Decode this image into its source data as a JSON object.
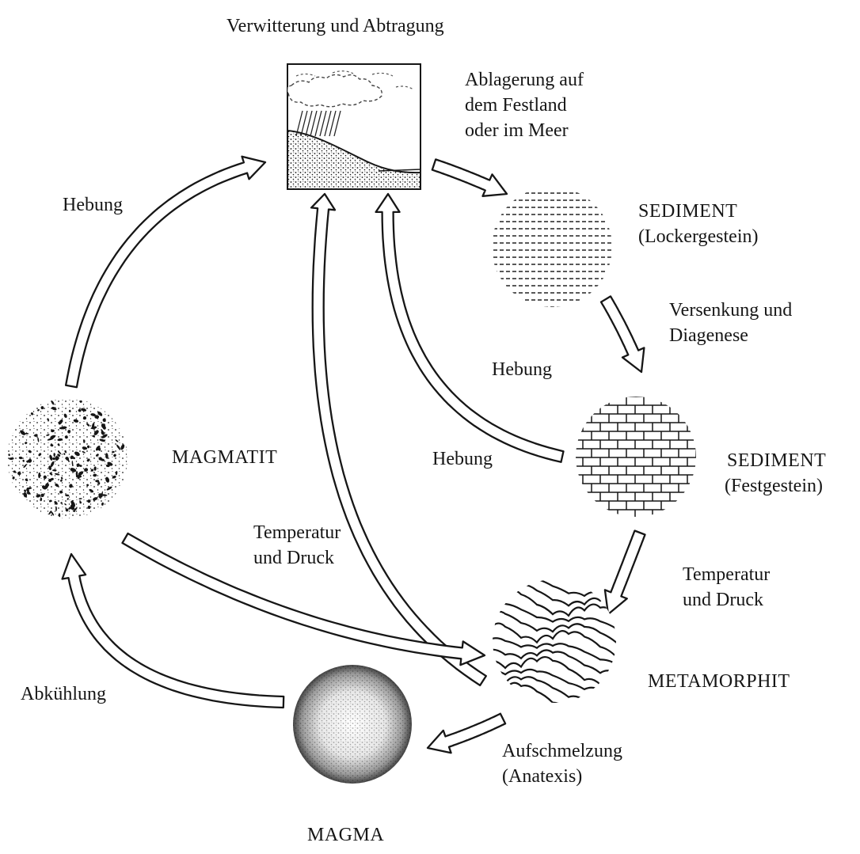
{
  "rock_cycle": {
    "process_top": "Verwitterung und Abtragung",
    "deposition": [
      "Ablagerung auf",
      "dem Festland",
      "oder im Meer"
    ],
    "sediment_loose": [
      "SEDIMENT",
      "(Lockergestein)"
    ],
    "burial": [
      "Versenkung und",
      "Diagenese"
    ],
    "sediment_solid": [
      "SEDIMENT",
      "(Festgestein)"
    ],
    "uplift_left": "Hebung",
    "uplift_inner": "Hebung",
    "uplift_center": "Hebung",
    "magmatite": "MAGMATIT",
    "temp_pressure_center": [
      "Temperatur",
      "und Druck"
    ],
    "temp_pressure_right": [
      "Temperatur",
      "und Druck"
    ],
    "metamorphite": "METAMORPHIT",
    "cooling": "Abkühlung",
    "melting": [
      "Aufschmelzung",
      "(Anatexis)"
    ],
    "magma": "MAGMA"
  },
  "colors": {
    "ink": "#161616",
    "paper": "#ffffff"
  }
}
